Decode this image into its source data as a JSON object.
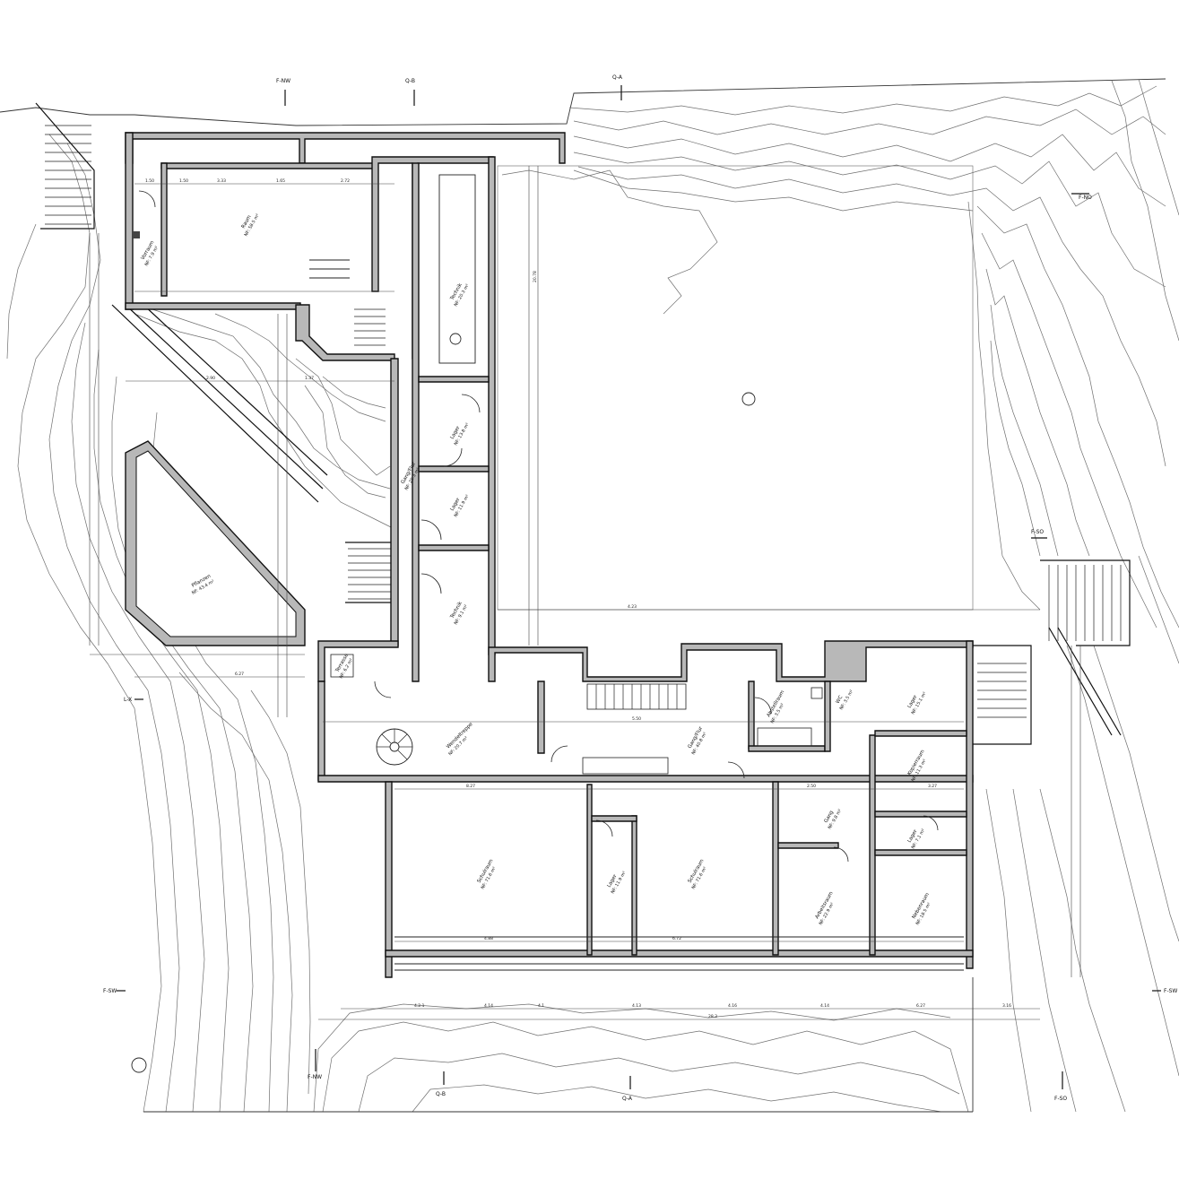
{
  "plan": {
    "section_markers": [
      {
        "id": "mk-fnw",
        "label": "F-NW"
      },
      {
        "id": "mk-qb-top",
        "label": "Q-B"
      },
      {
        "id": "mk-qa-top",
        "label": "Q-A"
      },
      {
        "id": "mk-fno",
        "label": "F-NO"
      },
      {
        "id": "mk-fso",
        "label": "F-SO"
      },
      {
        "id": "mk-lx",
        "label": "L-X"
      },
      {
        "id": "mk-fsw",
        "label": "F-SW"
      },
      {
        "id": "mk-fsw-right",
        "label": "F-SW"
      },
      {
        "id": "mk-fnw-bottom",
        "label": "F-NW"
      },
      {
        "id": "mk-qb-bottom",
        "label": "Q-B"
      },
      {
        "id": "mk-qa-bottom",
        "label": "Q-A"
      },
      {
        "id": "mk-fso-bottom",
        "label": "F-SO"
      }
    ],
    "rooms": [
      {
        "id": "raum",
        "name": "Raum",
        "area": "NF: 58.5 m²"
      },
      {
        "id": "vorraum",
        "name": "Vorraum",
        "area": "NF: 7.9 m²"
      },
      {
        "id": "technik-top",
        "name": "Technik",
        "area": "NF: 20.3 m²"
      },
      {
        "id": "lager-1",
        "name": "Lager",
        "area": "NF: 13.8 m²"
      },
      {
        "id": "lager-2",
        "name": "Lager",
        "area": "NF: 11.9 m²"
      },
      {
        "id": "gang-west",
        "name": "Gang/Flur",
        "area": "NF: 20.3 m²"
      },
      {
        "id": "technik-2",
        "name": "Technik",
        "area": "NF: 9.1 m²"
      },
      {
        "id": "pflanzen",
        "name": "Pflanzen",
        "area": "NF: 43.4 m²"
      },
      {
        "id": "terrasse",
        "name": "Terrasse",
        "area": "NF: 6.2 m²"
      },
      {
        "id": "wendeltreppe",
        "name": "Wendeltreppe",
        "area": "NF: 20.7 m²"
      },
      {
        "id": "gang-flur",
        "name": "Gang/Flur",
        "area": "NF: 40.8 m²"
      },
      {
        "id": "abstellraum",
        "name": "Abstellraum",
        "area": "NF: 3.5 m²"
      },
      {
        "id": "wc",
        "name": "WC",
        "area": "NF: 3.5 m²"
      },
      {
        "id": "lager-3",
        "name": "Lager",
        "area": "NF: 15.1 m²"
      },
      {
        "id": "kopierraum",
        "name": "Kopierraum",
        "area": "NF: 11.3 m²"
      },
      {
        "id": "gang-2",
        "name": "Gang",
        "area": "NF: 9.8 m²"
      },
      {
        "id": "lager-4",
        "name": "Lager",
        "area": "NF: 7.1 m²"
      },
      {
        "id": "schulraum-1",
        "name": "Schulraum",
        "area": "NF: 71.6 m²"
      },
      {
        "id": "lager-5",
        "name": "Lager",
        "area": "NF: 11.9 m²"
      },
      {
        "id": "schulraum-2",
        "name": "Schulraum",
        "area": "NF: 71.6 m²"
      },
      {
        "id": "arbeitsraum",
        "name": "Arbeitsraum",
        "area": "NF: 22.9 m²"
      },
      {
        "id": "nebenraum",
        "name": "Nebenraum",
        "area": "NF: 18.5 m²"
      }
    ],
    "dims": {
      "top_row": [
        "1.50",
        "1.50",
        "3.33",
        "1.65",
        "2.72"
      ],
      "court_h": "20.78",
      "court_w": "4.23",
      "bottom_total": "28.3",
      "bottom_row": [
        "4.2.1",
        "4.14",
        "4.1",
        "4.13",
        "4.16",
        "4.14",
        "6.27",
        "3.16"
      ],
      "misc": [
        "2.90",
        "1.37",
        "6.27",
        "5.50",
        "8.27",
        "2.50",
        "3.27",
        "4.88",
        "6.72"
      ]
    },
    "stroke_color": "#111111",
    "wall_fill": "#b8b8b8"
  }
}
